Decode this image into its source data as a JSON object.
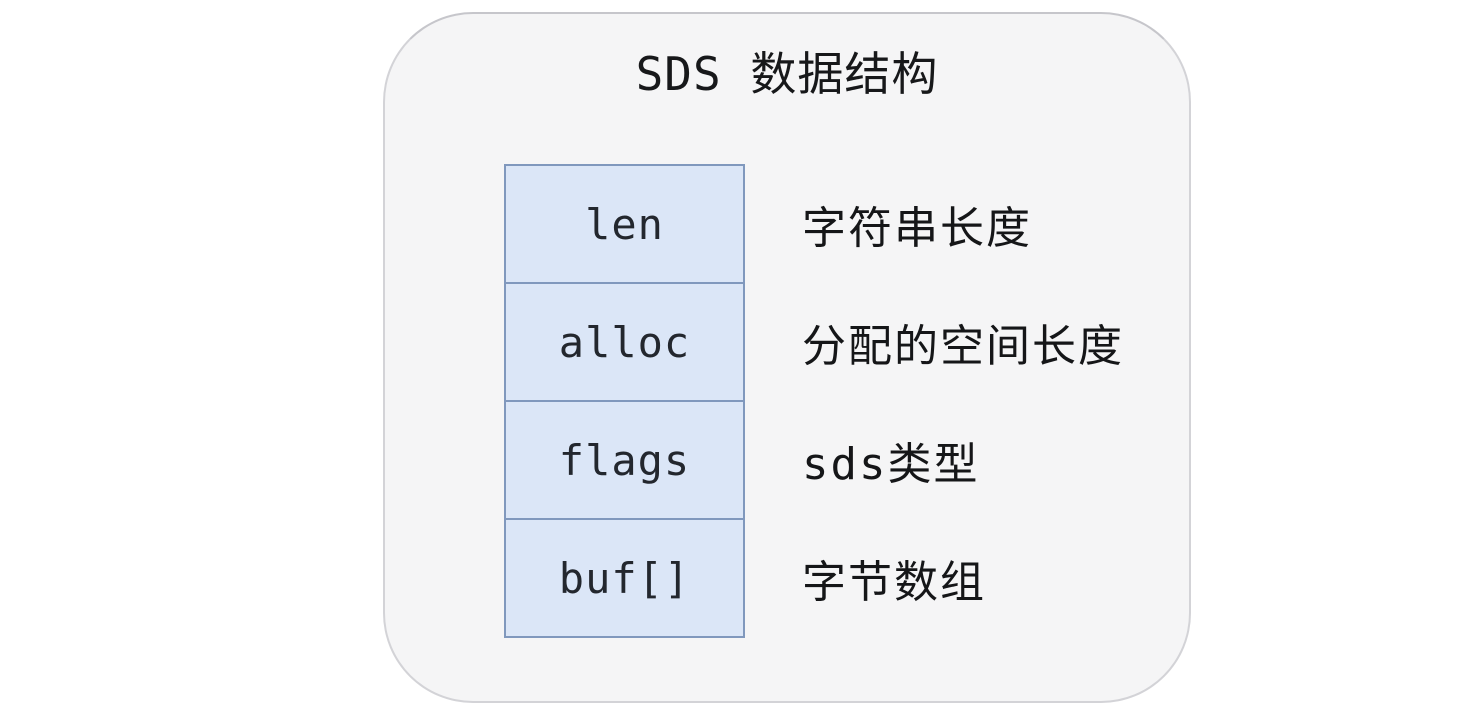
{
  "diagram": {
    "title": "SDS 数据结构",
    "fields": [
      {
        "name": "len",
        "desc": "字符串长度"
      },
      {
        "name": "alloc",
        "desc": "分配的空间长度"
      },
      {
        "name": "flags",
        "desc": "sds类型"
      },
      {
        "name": "buf[]",
        "desc": "字节数组"
      }
    ],
    "colors": {
      "page_background": "#ffffff",
      "panel_background": "#f5f5f6",
      "panel_border": "#d3d3d7",
      "cell_background": "#dbe6f7",
      "cell_border": "#8098bd",
      "cell_text": "#23272e",
      "label_text": "#151618"
    }
  }
}
